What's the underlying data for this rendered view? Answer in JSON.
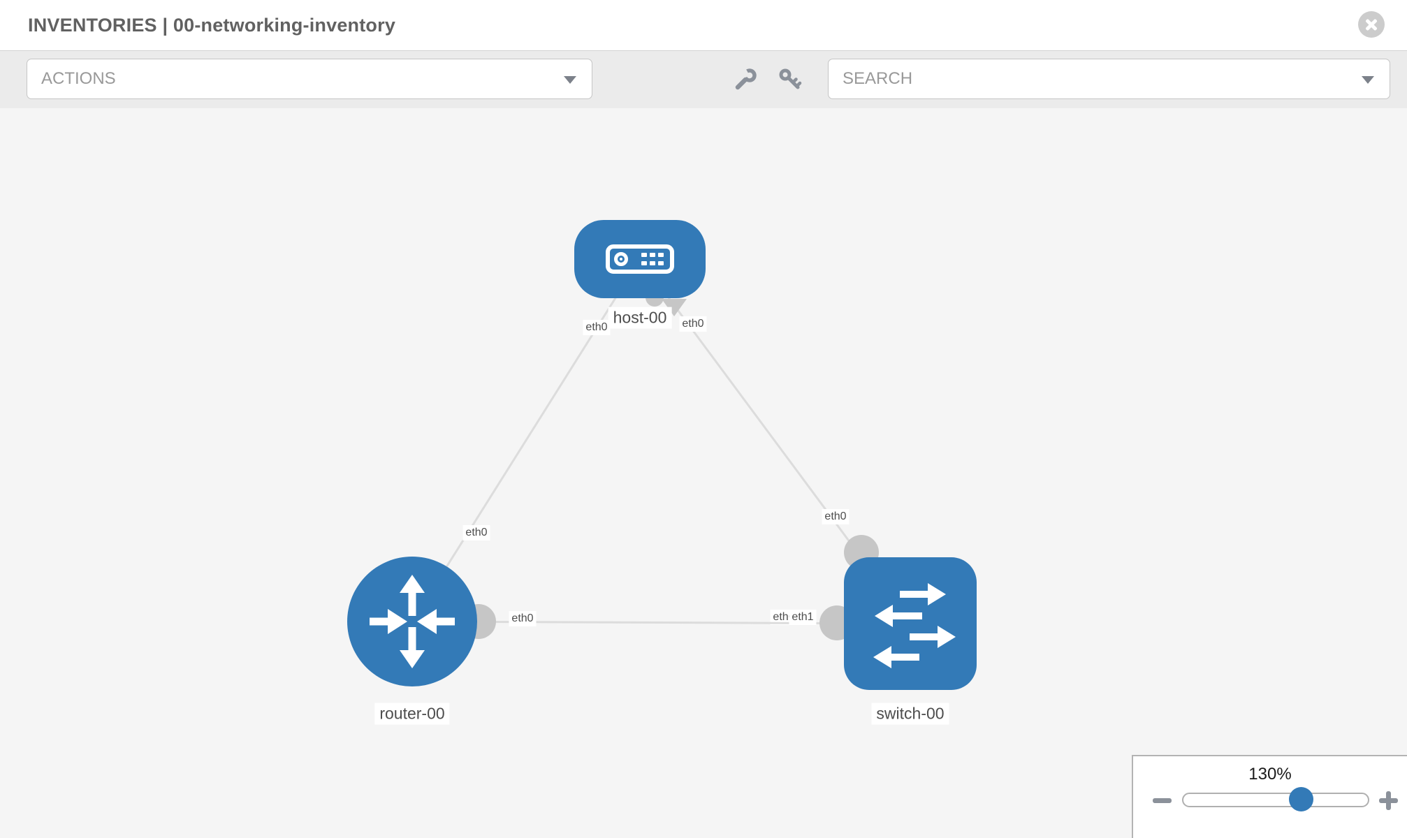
{
  "header": {
    "title": "INVENTORIES | 00-networking-inventory"
  },
  "toolbar": {
    "actions_label": "ACTIONS",
    "search_label": "SEARCH"
  },
  "diagram": {
    "nodes": [
      {
        "id": "host-00",
        "type": "host"
      },
      {
        "id": "router-00",
        "type": "router"
      },
      {
        "id": "switch-00",
        "type": "switch"
      }
    ],
    "links": [
      {
        "source": "host-00",
        "source_interface": "eth0",
        "target": "router-00",
        "target_interface": "eth0"
      },
      {
        "source": "host-00",
        "source_interface": "eth0",
        "target": "switch-00",
        "target_interface": "eth0"
      },
      {
        "source": "router-00",
        "source_interface": "eth0",
        "target": "switch-00",
        "target_interface": "eth1"
      }
    ],
    "node_labels": {
      "host": "host-00",
      "router": "router-00",
      "switch": "switch-00"
    },
    "if_labels": {
      "host_router_host_end": "eth0",
      "host_router_router_end": "eth0",
      "host_switch_host_end": "eth0",
      "host_switch_switch_end": "eth0",
      "router_switch_router_end": "eth0",
      "router_switch_switch_end_under": "eth0",
      "router_switch_switch_end": "eth1"
    }
  },
  "zoom_control": {
    "level": "130%"
  },
  "colors": {
    "node_blue": "#337ab7",
    "edge_gray": "#dcdcdc",
    "port_gray": "#c6c6c6",
    "canvas_bg": "#f5f5f5",
    "toolbar_bg": "#ebebeb"
  }
}
